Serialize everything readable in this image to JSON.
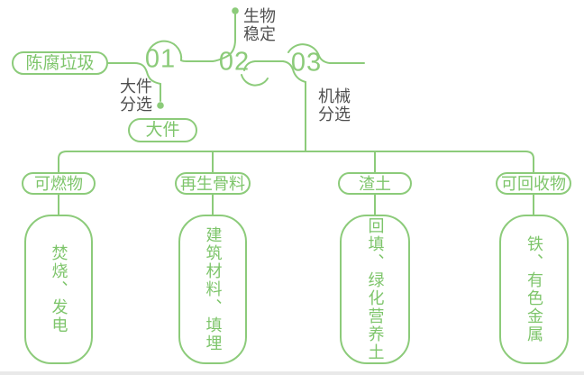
{
  "palette": {
    "green_line": "#8ccb7a",
    "green_text": "#7ec56b",
    "label_gray": "#4f4f4f"
  },
  "source": {
    "label": "陈腐垃圾"
  },
  "steps": [
    {
      "number": "01",
      "label": "大件\n分选"
    },
    {
      "number": "02",
      "label": "生物\n稳定"
    },
    {
      "number": "03",
      "label": "机械\n分选"
    }
  ],
  "bulky": {
    "label": "大件"
  },
  "branches": [
    {
      "category": "可燃物",
      "result": "焚烧、发电"
    },
    {
      "category": "再生骨料",
      "result": "建筑材料、填埋"
    },
    {
      "category": "渣土",
      "result": "回填、绿化营养土"
    },
    {
      "category": "可回收物",
      "result": "铁、有色金属"
    }
  ]
}
